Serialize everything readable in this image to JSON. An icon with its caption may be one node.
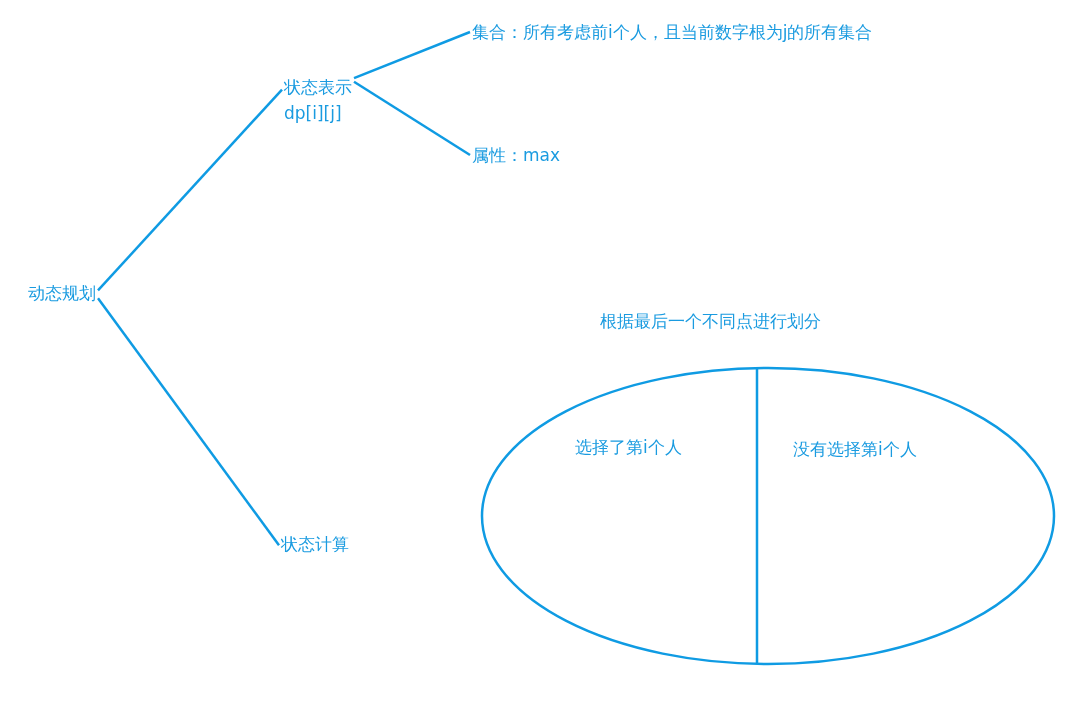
{
  "diagram": {
    "nodes": [
      {
        "text": [
          "动态规划"
        ]
      },
      {
        "text": [
          "状态表示",
          "dp[i][j]"
        ]
      },
      {
        "text": [
          "集合：所有考虑前i个人，且当前数字根为j的所有集合"
        ]
      },
      {
        "text": [
          "属性：max"
        ]
      },
      {
        "text": [
          "状态计算"
        ]
      },
      {
        "text": [
          "根据最后一个不同点进行划分",
          "选择了第i个人",
          "没有选择第i个人"
        ]
      }
    ],
    "edges": [
      {
        "from": 0,
        "to": 1,
        "arrow": "none"
      },
      {
        "from": 0,
        "to": 4,
        "arrow": "none"
      },
      {
        "from": 1,
        "to": 2,
        "arrow": "none"
      },
      {
        "from": 1,
        "to": 3,
        "arrow": "none"
      }
    ]
  }
}
